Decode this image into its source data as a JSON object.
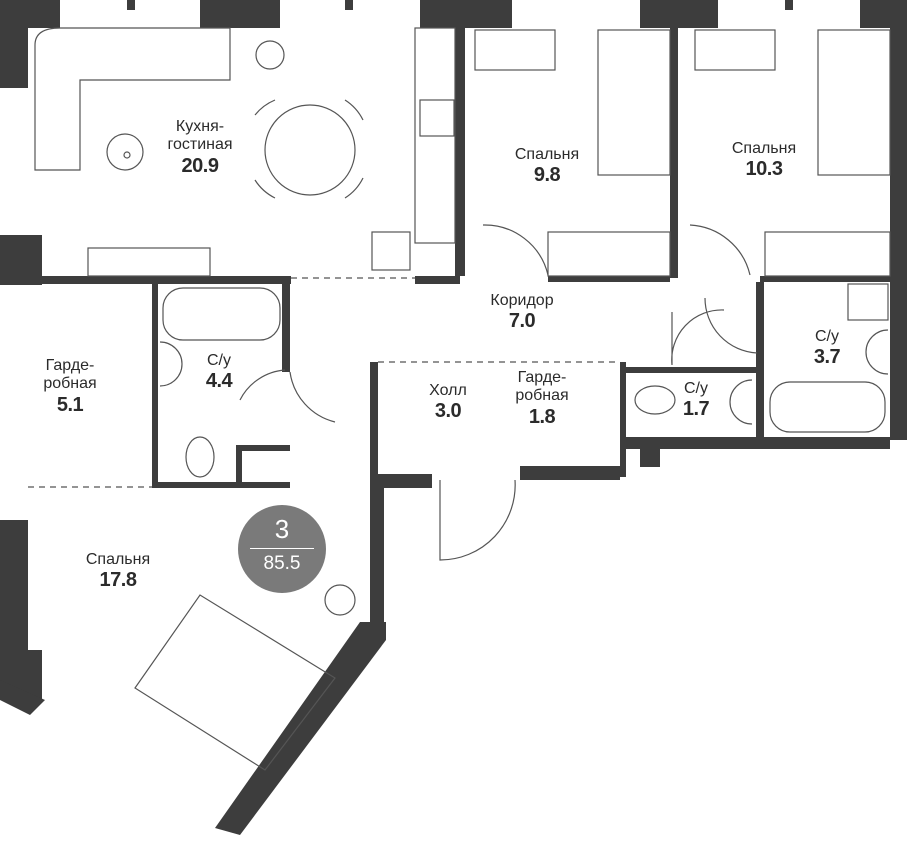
{
  "plan": {
    "type": "apartment-floor-plan",
    "rooms_count": "3",
    "total_area": "85.5",
    "colors": {
      "wall": "#3d3d3d",
      "line": "#555555",
      "badge": "#7a7a7a",
      "text": "#2b2b2b"
    }
  },
  "rooms": [
    {
      "id": "kitchen-living",
      "name": "Кухня-\nгостиная",
      "name_line1": "Кухня-",
      "name_line2": "гостиная",
      "area": "20.9"
    },
    {
      "id": "bedroom-1",
      "name": "Спальня",
      "area": "9.8"
    },
    {
      "id": "bedroom-2",
      "name": "Спальня",
      "area": "10.3"
    },
    {
      "id": "corridor",
      "name": "Коридор",
      "area": "7.0"
    },
    {
      "id": "wardrobe-1",
      "name_line1": "Гарде-",
      "name_line2": "робная",
      "area": "5.1"
    },
    {
      "id": "bathroom-1",
      "name": "С/у",
      "area": "4.4"
    },
    {
      "id": "hall",
      "name": "Холл",
      "area": "3.0"
    },
    {
      "id": "wardrobe-2",
      "name_line1": "Гарде-",
      "name_line2": "робная",
      "area": "1.8"
    },
    {
      "id": "bathroom-2",
      "name": "С/у",
      "area": "1.7"
    },
    {
      "id": "bathroom-3",
      "name": "С/у",
      "area": "3.7"
    },
    {
      "id": "bedroom-master",
      "name": "Спальня",
      "area": "17.8"
    }
  ],
  "icons": [
    "sofa-icon",
    "plant-icon",
    "dining-table-icon",
    "stove-icon",
    "sink-icon",
    "bed-icon",
    "desk-icon",
    "chair-icon",
    "hanger-icon",
    "bathtub-icon",
    "toilet-icon",
    "washbasin-icon",
    "washing-machine-icon",
    "door-icon"
  ]
}
